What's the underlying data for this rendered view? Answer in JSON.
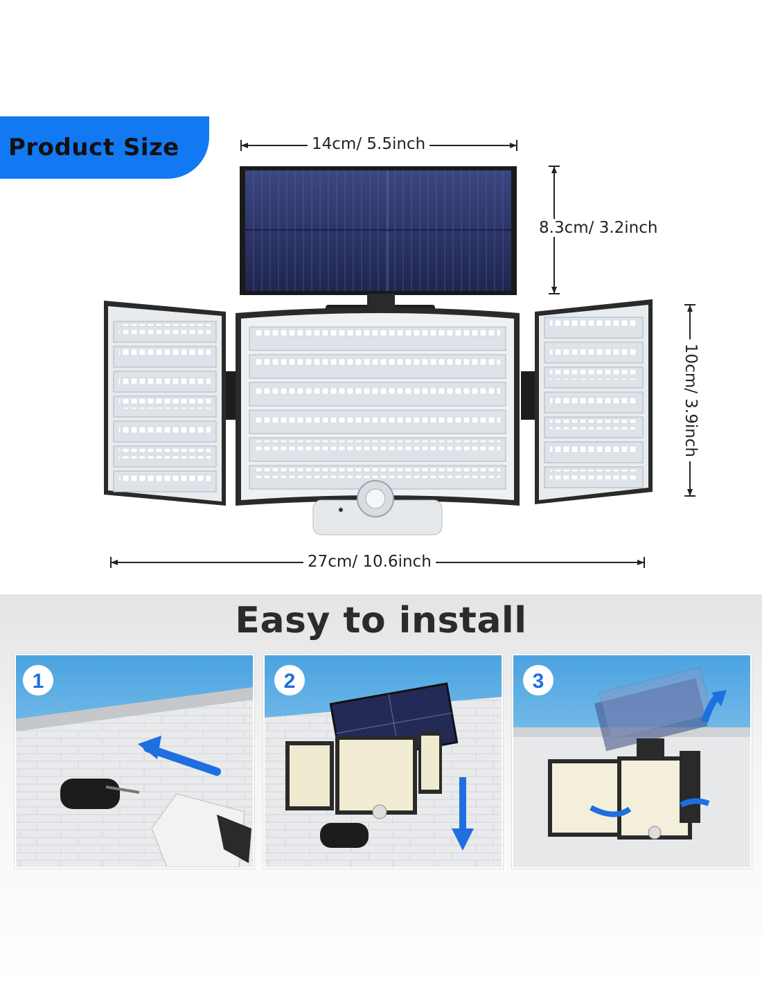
{
  "badge": {
    "label": "Product Size",
    "color": "#1279f2"
  },
  "dimensions": {
    "panel_width": "14cm/ 5.5inch",
    "panel_height": "8.3cm/ 3.2inch",
    "light_height": "10cm/ 3.9inch",
    "total_width": "27cm/ 10.6inch"
  },
  "install": {
    "title": "Easy to install",
    "steps": [
      {
        "number": "1",
        "icon": "drill-mount-icon"
      },
      {
        "number": "2",
        "icon": "hang-light-icon"
      },
      {
        "number": "3",
        "icon": "adjust-angle-icon"
      }
    ]
  },
  "colors": {
    "accent_blue": "#1279f2",
    "arrow_blue": "#1e6fe0"
  }
}
